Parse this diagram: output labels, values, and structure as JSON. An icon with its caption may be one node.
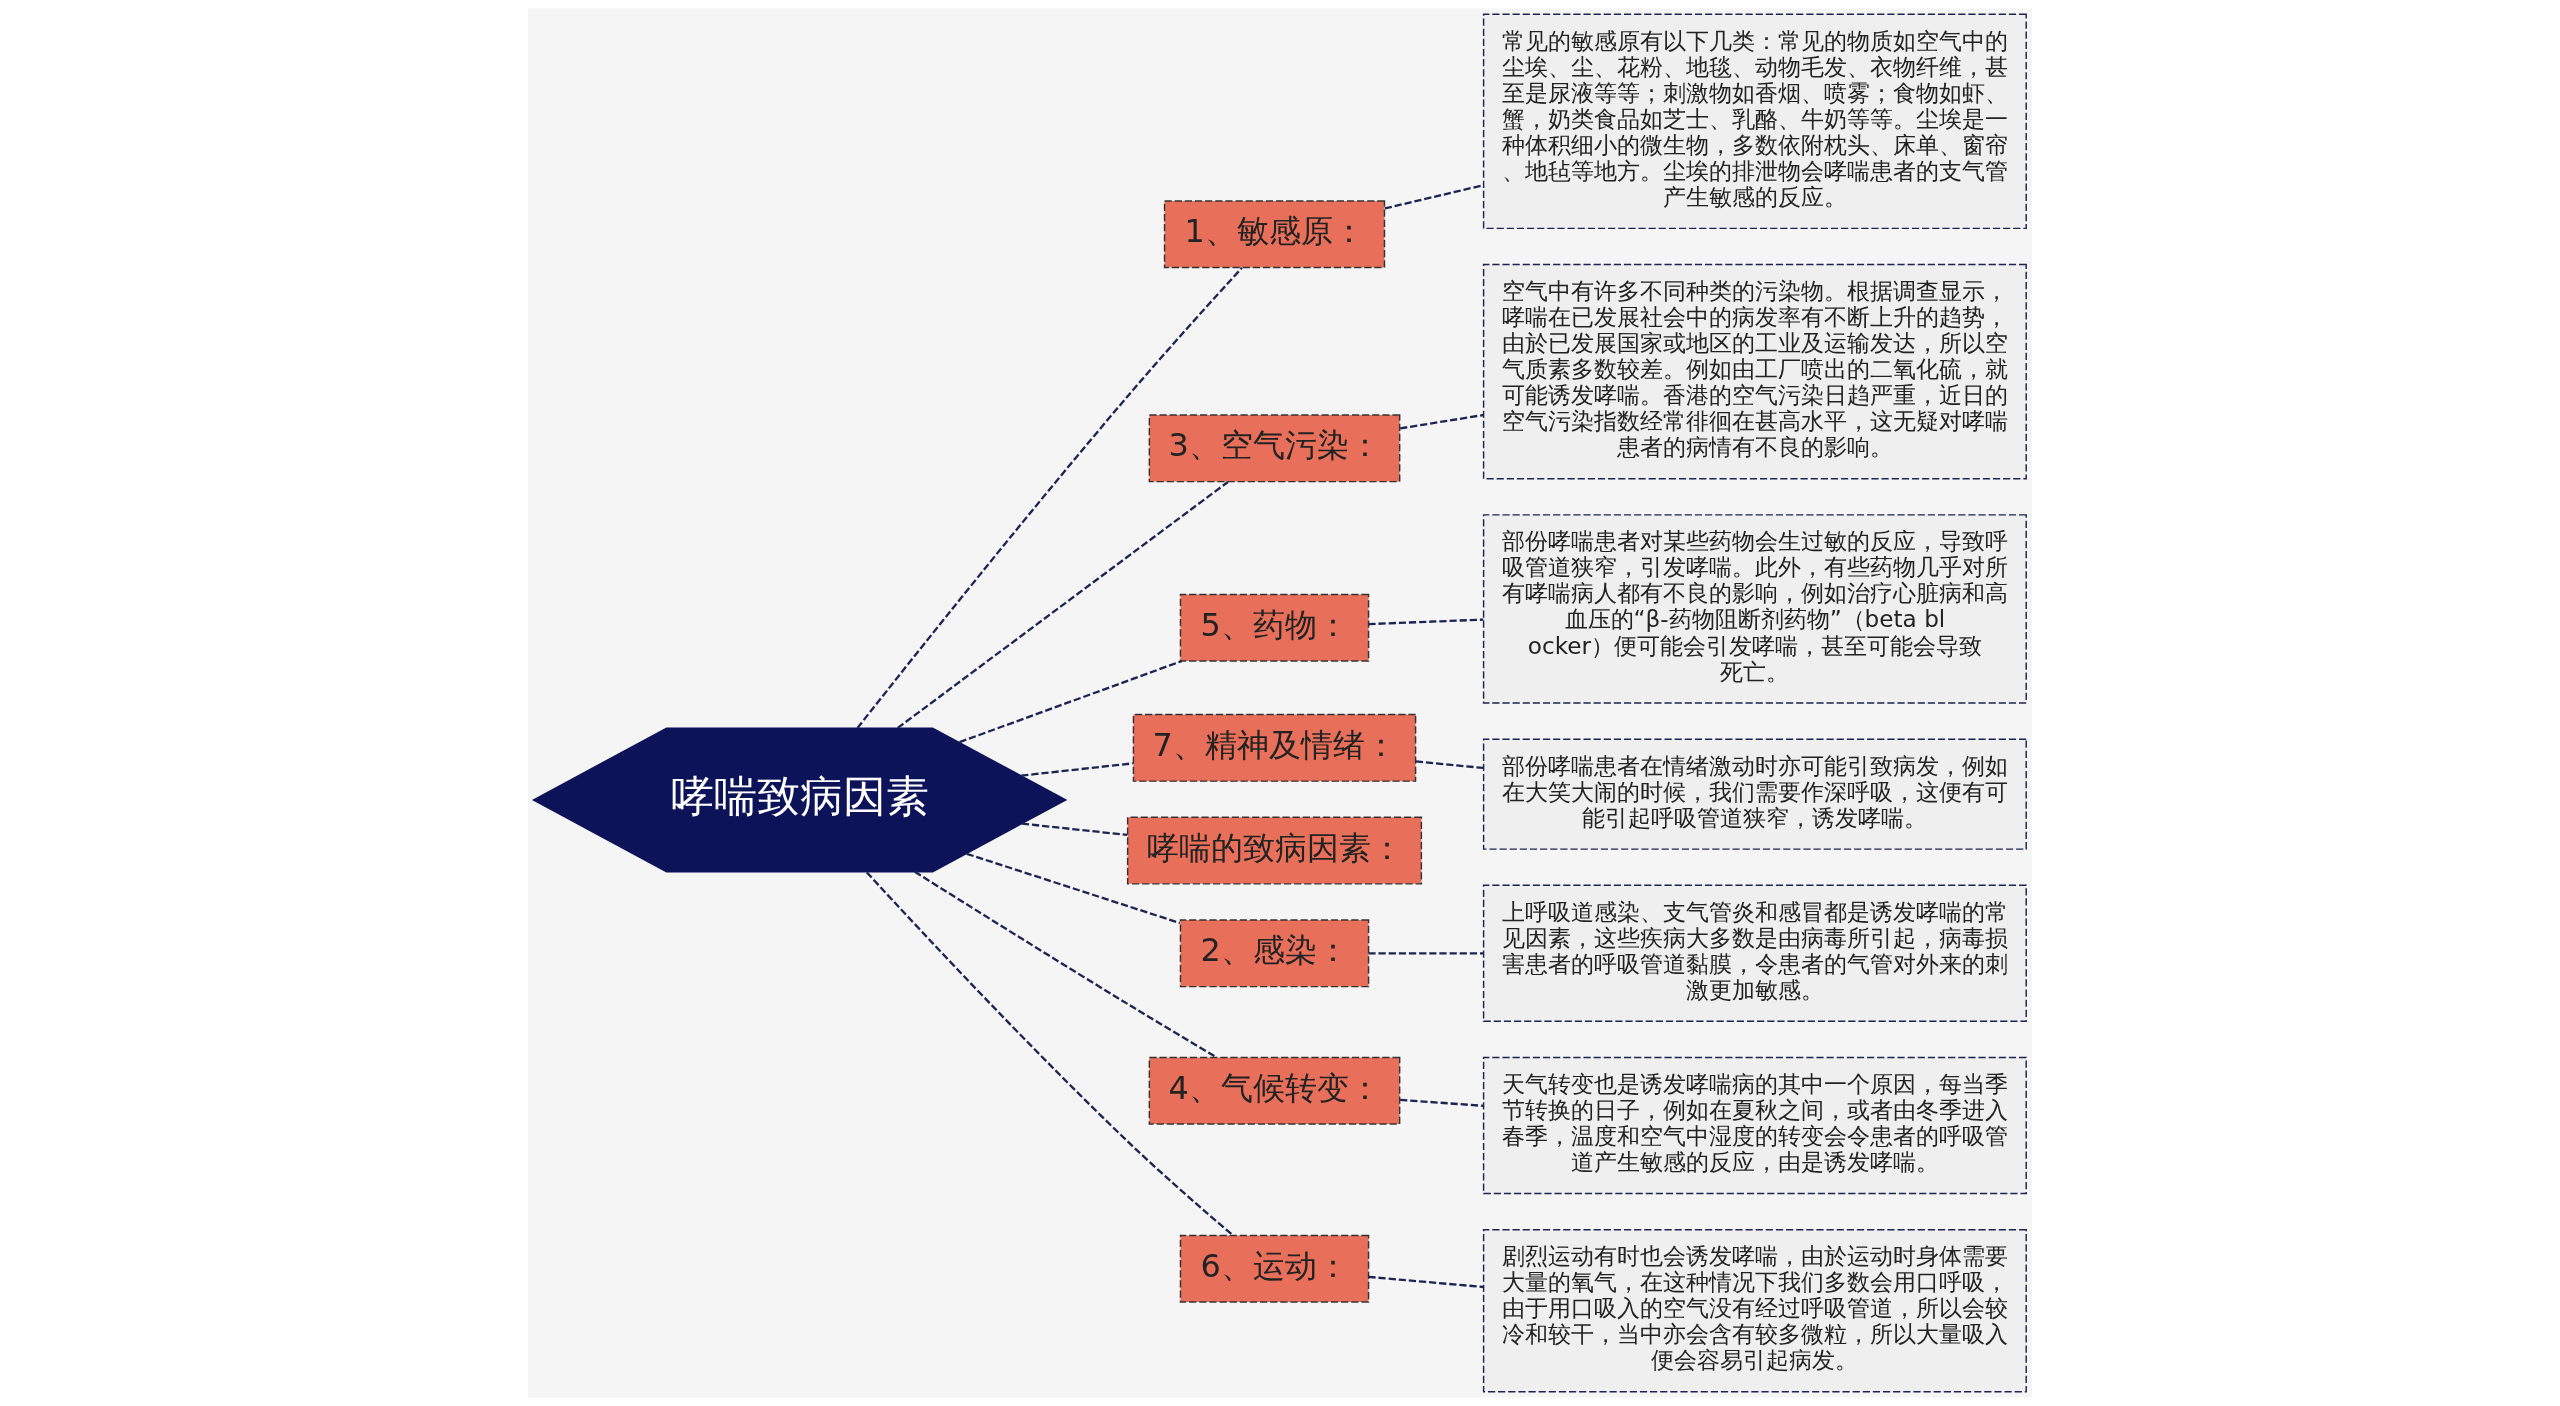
{
  "diagram": {
    "nodes": [
      {
        "text": [
          "哮喘致病因素"
        ]
      },
      {
        "text": [
          "1、敏感原："
        ]
      },
      {
        "text": [
          "常见的敏感原有以下几类：常见的物质如空气中的尘埃、尘、花粉、地毯、动物毛发、衣物纤维，甚至是尿液等等；刺激物如香烟、喷雾；食物如虾、蟹，奶类食品如芝士、乳酪、牛奶等等。尘埃是一种体积细小的微生物，多数依附枕头、床单、窗帘、地毡等地方。尘埃的排泄物会哮喘患者的支气管产生敏感的反应。"
        ]
      },
      {
        "text": [
          "3、空气污染："
        ]
      },
      {
        "text": [
          "空气中有许多不同种类的污染物。根据调查显示，哮喘在已发展社会中的病发率有不断上升的趋势，由於已发展国家或地区的工业及运输发达，所以空气质素多数较差。例如由工厂喷出的二氧化硫，就可能诱发哮喘。香港的空气污染日趋严重，近日的空气污染指数经常徘徊在甚高水平，这无疑对哮喘患者的病情有不良的影响。"
        ]
      },
      {
        "text": [
          "5、药物："
        ]
      },
      {
        "text": [
          "部份哮喘患者对某些药物会生过敏的反应，导致呼吸管道狭窄，引发哮喘。此外，有些药物几乎对所有哮喘病人都有不良的影响，例如治疗心脏病和高血压的“β-药物阻断剂药物”（beta blocker）便可能会引发哮喘，甚至可能会导致死亡。"
        ]
      },
      {
        "text": [
          "7、精神及情绪："
        ]
      },
      {
        "text": [
          "部份哮喘患者在情绪激动时亦可能引致病发，例如在大笑大闹的时候，我们需要作深呼吸，这便有可能引起呼吸管道狭窄，诱发哮喘。"
        ]
      },
      {
        "text": [
          "哮喘的致病因素："
        ]
      },
      {
        "text": [
          "2、感染："
        ]
      },
      {
        "text": [
          "上呼吸道感染、支气管炎和感冒都是诱发哮喘的常见因素，这些疾病大多数是由病毒所引起，病毒损害患者的呼吸管道黏膜，令患者的气管对外来的刺激更加敏感。"
        ]
      },
      {
        "text": [
          "4、气候转变："
        ]
      },
      {
        "text": [
          "天气转变也是诱发哮喘病的其中一个原因，每当季节转换的日子，例如在夏秋之间，或者由冬季进入春季，温度和空气中湿度的转变会令患者的呼吸管道产生敏感的反应，由是诱发哮喘。"
        ]
      },
      {
        "text": [
          "6、运动："
        ]
      },
      {
        "text": [
          "剧烈运动有时也会诱发哮喘，由於运动时身体需要大量的氧气，在这种情况下我们多数会用口呼吸，由于用口吸入的空气没有经过呼吸管道，所以会较冷和较干，当中亦会含有较多微粒，所以大量吸入便会容易引起病发。"
        ]
      }
    ],
    "edges": [
      {
        "from": 0,
        "to": 1,
        "arrow": "none"
      },
      {
        "from": 1,
        "to": 2,
        "arrow": "none"
      },
      {
        "from": 0,
        "to": 3,
        "arrow": "none"
      },
      {
        "from": 3,
        "to": 4,
        "arrow": "none"
      },
      {
        "from": 0,
        "to": 5,
        "arrow": "none"
      },
      {
        "from": 5,
        "to": 6,
        "arrow": "none"
      },
      {
        "from": 0,
        "to": 7,
        "arrow": "none"
      },
      {
        "from": 7,
        "to": 8,
        "arrow": "none"
      },
      {
        "from": 0,
        "to": 9,
        "arrow": "none"
      },
      {
        "from": 0,
        "to": 10,
        "arrow": "none"
      },
      {
        "from": 10,
        "to": 11,
        "arrow": "none"
      },
      {
        "from": 0,
        "to": 12,
        "arrow": "none"
      },
      {
        "from": 12,
        "to": 13,
        "arrow": "none"
      },
      {
        "from": 0,
        "to": 14,
        "arrow": "none"
      },
      {
        "from": 14,
        "to": 15,
        "arrow": "none"
      }
    ]
  }
}
